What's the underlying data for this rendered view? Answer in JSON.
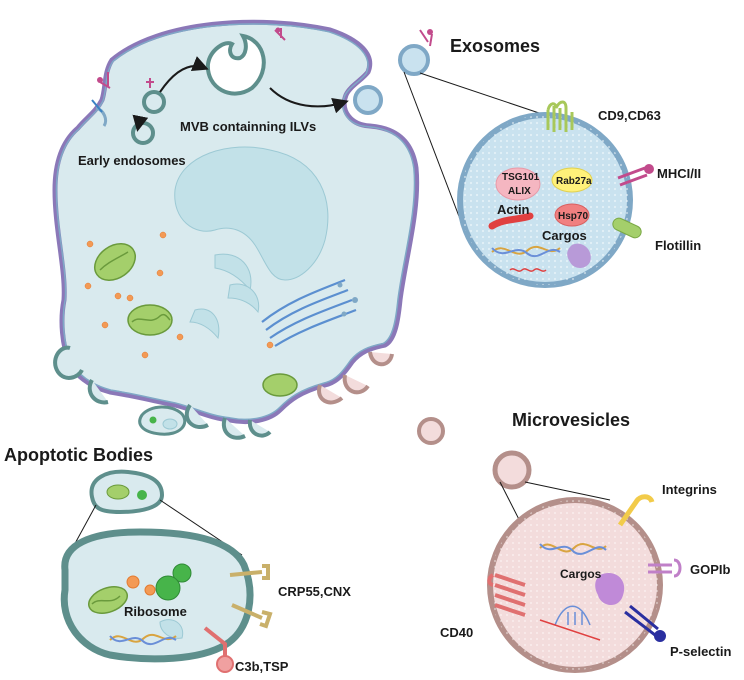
{
  "labels": {
    "exosomes_title": "Exosomes",
    "microvesicles_title": "Microvesicles",
    "apoptotic_title": "Apoptotic Bodies",
    "early_endosomes": "Early endosomes",
    "mvb": "MVB containning ILVs",
    "cd9_cd63": "CD9,CD63",
    "tsg101": "TSG101",
    "alix": "ALIX",
    "rab27a": "Rab27a",
    "mhc": "MHCI/II",
    "actin": "Actin",
    "hsp70": "Hsp70",
    "cargos_exo": "Cargos",
    "flotillin": "Flotillin",
    "integrins": "Integrins",
    "cargos_mv": "Cargos",
    "gpib": "GOPIb",
    "cd40": "CD40",
    "pselectin": "P-selectin",
    "ribosome": "Ribosome",
    "crp55": "CRP55,CNX",
    "c3b": "C3b,TSP"
  },
  "colors": {
    "cytoplasm": "#d9eaee",
    "membrane_outer": "#8b78b8",
    "membrane_inner": "#7fa8c6",
    "apoptotic_membrane": "#5e8f8c",
    "microvesicle_fill": "#f3dcdc",
    "microvesicle_membrane": "#b48f8a",
    "exosome_fill": "#c9e2ef",
    "mitochondria": "#a4cf6b",
    "organelle": "#c2e1e8",
    "granule": "#f39a55"
  }
}
